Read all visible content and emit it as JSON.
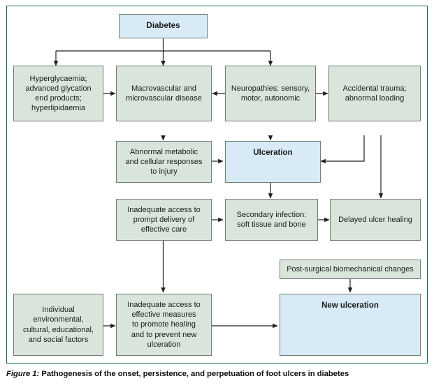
{
  "figure": {
    "caption_label": "Figure 1:",
    "caption_text": " Pathogenesis of the onset, persistence, and perpetuation of foot ulcers in diabetes",
    "frame_color": "#17664f",
    "box_fill_green": "#d9e4da",
    "box_fill_blue": "#d7eaf5",
    "box_border_color": "#6e7d73",
    "connector_color": "#231f20"
  },
  "diagram": {
    "type": "flowchart",
    "title": "Pathogenesis of the onset, persistence, and perpetuation of foot ulcers in diabetes",
    "nodes": [
      {
        "id": "diabetes",
        "label": "Diabetes",
        "style": "blue",
        "emphasis": "bold"
      },
      {
        "id": "hyperglycaemia",
        "label": "Hyperglycaemia;\nadvanced glycation\nend products;\nhyperlipidaemia",
        "style": "green",
        "emphasis": "normal"
      },
      {
        "id": "vascular",
        "label": "Macrovascular and\nmicrovascular disease",
        "style": "green",
        "emphasis": "normal"
      },
      {
        "id": "neuropathies",
        "label": "Neuropathies: sensory,\nmotor, autonomic",
        "style": "green",
        "emphasis": "normal"
      },
      {
        "id": "trauma",
        "label": "Accidental trauma;\nabnormal loading",
        "style": "green",
        "emphasis": "normal"
      },
      {
        "id": "abnormal",
        "label": "Abnormal metabolic\nand cellular responses\nto injury",
        "style": "green",
        "emphasis": "normal"
      },
      {
        "id": "ulceration",
        "label": "Ulceration",
        "style": "blue",
        "emphasis": "bold"
      },
      {
        "id": "prompt-care",
        "label": "Inadequate access to\nprompt delivery of\neffective care",
        "style": "green",
        "emphasis": "normal"
      },
      {
        "id": "infection",
        "label": "Secondary infection:\nsoft tissue and bone",
        "style": "green",
        "emphasis": "normal"
      },
      {
        "id": "delayed-healing",
        "label": "Delayed ulcer healing",
        "style": "green",
        "emphasis": "normal"
      },
      {
        "id": "post-surgical",
        "label": "Post-surgical biomechanical changes",
        "style": "green",
        "emphasis": "normal"
      },
      {
        "id": "individual",
        "label": "Individual\nenvironmental,\ncultural, educational,\nand social factors",
        "style": "green",
        "emphasis": "normal"
      },
      {
        "id": "effective-meas",
        "label": "Inadequate access to\neffective measures\nto promote healing\nand to prevent new\nulceration",
        "style": "green",
        "emphasis": "normal"
      },
      {
        "id": "new-ulceration",
        "label": "New ulceration",
        "style": "blue",
        "emphasis": "bold"
      }
    ],
    "edges": [
      {
        "from": "diabetes",
        "to": "hyperglycaemia"
      },
      {
        "from": "diabetes",
        "to": "vascular"
      },
      {
        "from": "diabetes",
        "to": "neuropathies"
      },
      {
        "from": "hyperglycaemia",
        "to": "vascular"
      },
      {
        "from": "neuropathies",
        "to": "vascular"
      },
      {
        "from": "neuropathies",
        "to": "trauma"
      },
      {
        "from": "vascular",
        "to": "abnormal"
      },
      {
        "from": "neuropathies",
        "to": "ulceration"
      },
      {
        "from": "abnormal",
        "to": "ulceration"
      },
      {
        "from": "trauma",
        "to": "ulceration"
      },
      {
        "from": "trauma",
        "to": "delayed-healing"
      },
      {
        "from": "ulceration",
        "to": "infection"
      },
      {
        "from": "prompt-care",
        "to": "infection"
      },
      {
        "from": "infection",
        "to": "delayed-healing"
      },
      {
        "from": "prompt-care",
        "to": "effective-meas"
      },
      {
        "from": "individual",
        "to": "effective-meas"
      },
      {
        "from": "effective-meas",
        "to": "new-ulceration"
      },
      {
        "from": "post-surgical",
        "to": "new-ulceration"
      }
    ]
  }
}
